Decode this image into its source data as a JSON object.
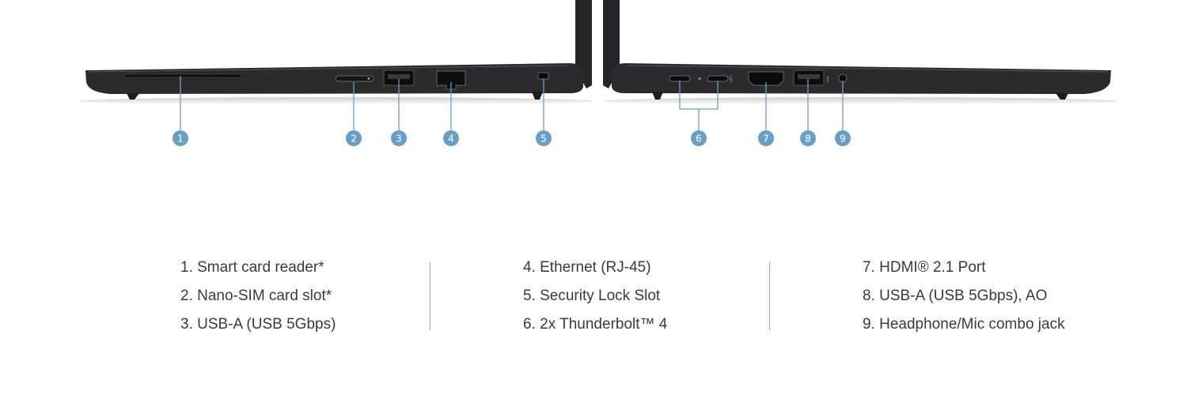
{
  "markers": [
    "1",
    "2",
    "3",
    "4",
    "5",
    "6",
    "7",
    "8",
    "9"
  ],
  "legend": {
    "col1": [
      "1. Smart card reader*",
      "2. Nano-SIM card slot*",
      "3. USB-A (USB 5Gbps)"
    ],
    "col2": [
      "4. Ethernet (RJ-45)",
      "5. Security Lock Slot",
      "6. 2x Thunderbolt™ 4"
    ],
    "col3": [
      "7. HDMI® 2.1 Port",
      "8. USB-A (USB 5Gbps), AO",
      "9. Headphone/Mic combo jack"
    ]
  },
  "colors": {
    "accent": "#6a9ec4",
    "chassis": "#2b2b2d",
    "text": "#3a3a3a"
  }
}
